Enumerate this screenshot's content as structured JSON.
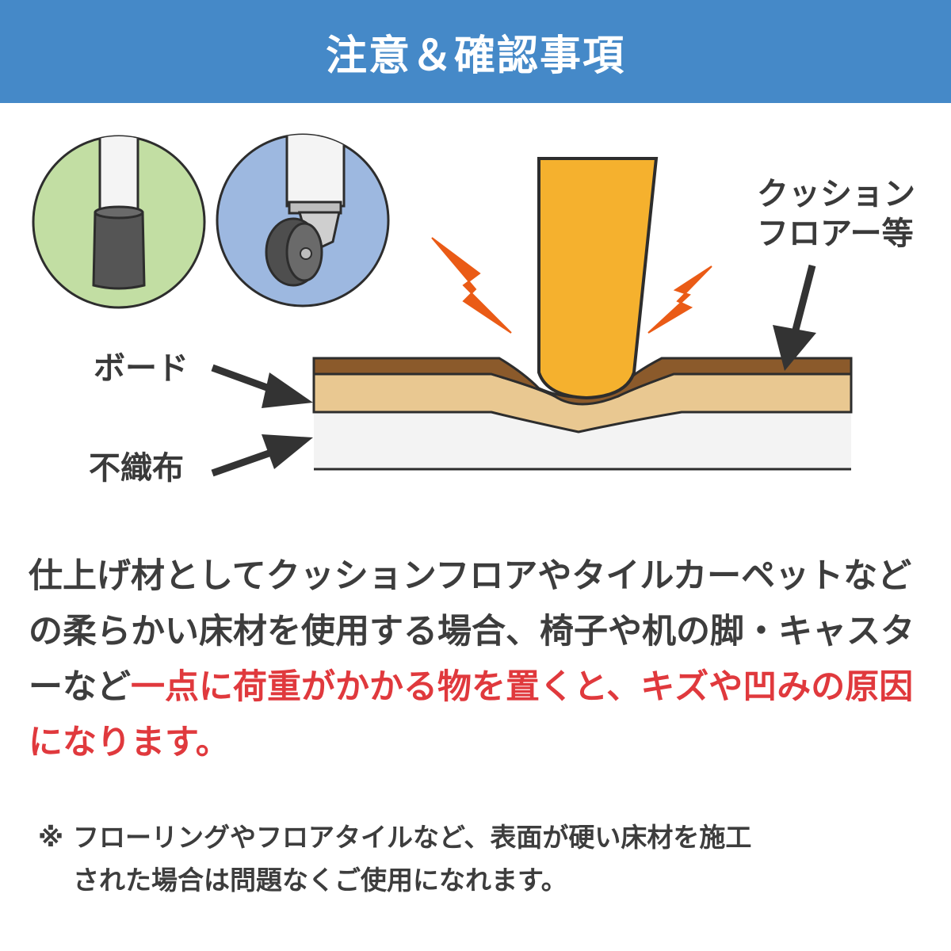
{
  "header": {
    "title": "注意＆確認事項"
  },
  "labels": {
    "cushion_floor_line1": "クッション",
    "cushion_floor_line2": "フロアー等",
    "board": "ボード",
    "nonwoven": "不織布"
  },
  "icons": {
    "chair_leg": "chair-leg-cap-icon",
    "caster": "caster-wheel-icon",
    "impact": "lightning-impact-icon"
  },
  "colors": {
    "header_bg": "#4589c8",
    "highlight": "#e0393d",
    "circle_green": "#c2dea3",
    "circle_blue": "#9db8e0",
    "leg_yellow": "#f5b12e",
    "floor_brown": "#8b5a2b",
    "board_tan": "#e9c891",
    "lightning": "#ea5b16"
  },
  "main_text": {
    "part1": "仕上げ材としてクッションフロアやタイルカーペットなどの柔らかい床材を使用する場合、椅子や机の脚・キャスターなど",
    "part2_highlight": "一点に荷重がかかる物を置くと、キズや凹みの原因になります。"
  },
  "note": {
    "mark": "※",
    "line1": "フローリングやフロアタイルなど、表面が硬い床材を施工",
    "line2": "された場合は問題なくご使用になれます。"
  }
}
